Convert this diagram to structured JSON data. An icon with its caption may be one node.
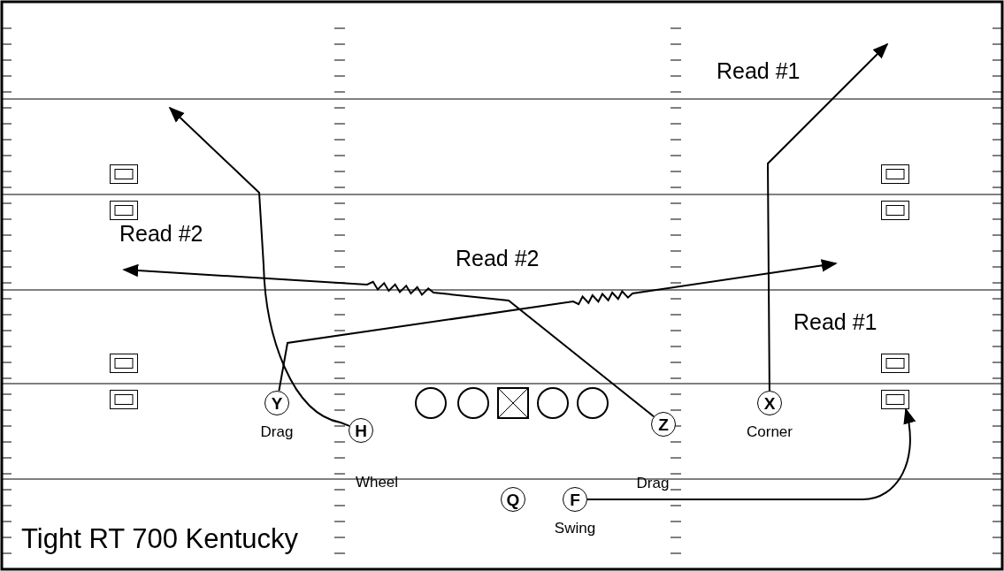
{
  "diagram": {
    "title": "Tight RT 700 Kentucky",
    "nodes": [
      {
        "text": [],
        "shape": "box"
      },
      {
        "text": [],
        "shape": "box"
      },
      {
        "text": [],
        "shape": "box"
      },
      {
        "text": [],
        "shape": "box"
      },
      {
        "text": [],
        "shape": "box"
      },
      {
        "text": [],
        "shape": "box"
      },
      {
        "text": [],
        "shape": "box"
      },
      {
        "text": [],
        "shape": "box"
      },
      {
        "text": [
          "Y"
        ],
        "beside": [
          "Drag"
        ]
      },
      {
        "text": [],
        "shape": "circle"
      },
      {
        "text": [],
        "shape": "circle"
      },
      {
        "text": [],
        "shape": "box"
      },
      {
        "text": [],
        "shape": "circle"
      },
      {
        "text": [],
        "shape": "circle"
      },
      {
        "text": [
          "X"
        ],
        "beside": [
          "Corner"
        ]
      },
      {
        "text": [
          "H"
        ],
        "beside": [
          "Wheel"
        ]
      },
      {
        "text": [
          "Z"
        ],
        "beside": [
          "Drag"
        ]
      },
      {
        "text": [
          "Q"
        ]
      },
      {
        "text": [
          "F"
        ],
        "beside": [
          "Swing"
        ]
      }
    ],
    "edges": [
      {
        "from": 8,
        "to": null,
        "arrow": "to"
      },
      {
        "from": 15,
        "to": null,
        "arrow": "to"
      },
      {
        "from": 16,
        "to": null,
        "arrow": "to"
      },
      {
        "from": 14,
        "to": null,
        "arrow": "to"
      },
      {
        "from": 18,
        "to": 7,
        "arrow": "to"
      }
    ],
    "labels": [
      "Read #1",
      "Read #2",
      "Read #2",
      "Read #1"
    ]
  }
}
